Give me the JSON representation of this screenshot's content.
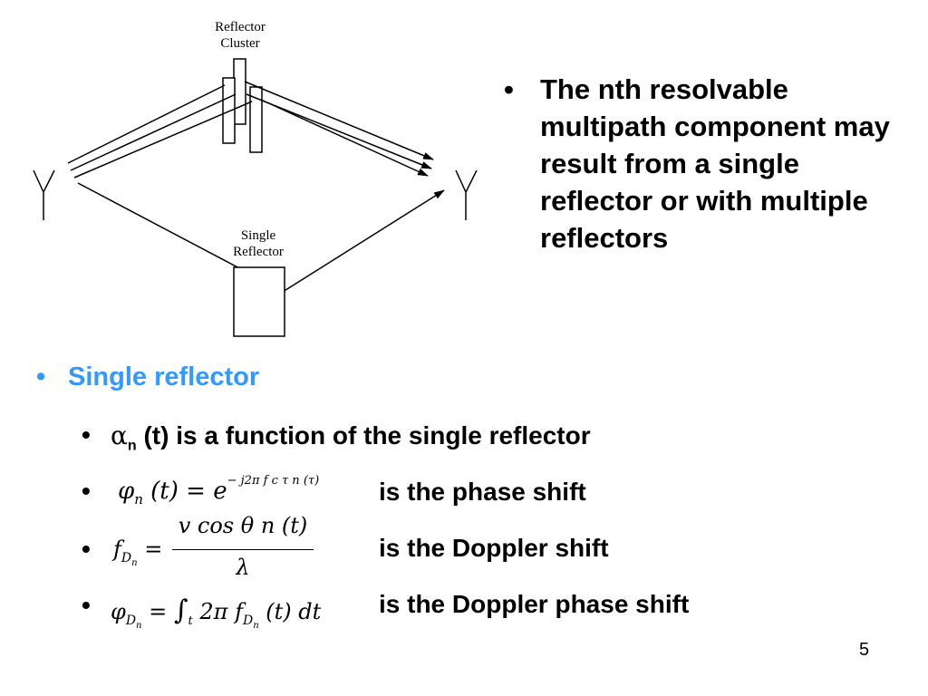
{
  "diagram": {
    "cluster_label_line1": "Reflector",
    "cluster_label_line2": "Cluster",
    "single_label_line1": "Single",
    "single_label_line2": "Reflector"
  },
  "right_bullet": {
    "marker": "•",
    "text": "The nth resolvable multipath component may result from a single reflector or with multiple reflectors"
  },
  "main_bullet": {
    "marker": "•",
    "text": "Single reflector",
    "color": "#3399ff"
  },
  "items": [
    {
      "marker": "•",
      "symbol": "α",
      "subscript": "n",
      "text": "(t) is a function of the single reflector"
    },
    {
      "marker": "•",
      "formula_lhs_symbol": "φ",
      "formula_lhs_sub": "n",
      "formula_lhs_arg": "(t)",
      "formula_eq": "=",
      "formula_base": "e",
      "formula_exponent": "− j2π f c τ n (τ)",
      "description": "is the phase shift"
    },
    {
      "marker": "•",
      "formula_lhs": "f",
      "formula_lhs_sub": "D",
      "formula_lhs_subsub": "n",
      "formula_eq": "=",
      "numerator": "v cos θ n (t)",
      "denominator": "λ",
      "description": "is the Doppler shift"
    },
    {
      "marker": "•",
      "formula_lhs_symbol": "φ",
      "formula_lhs_sub": "D",
      "formula_lhs_subsub": "n",
      "formula_eq": "=",
      "integral": "∫",
      "integral_limit": "t",
      "integrand": "2π f",
      "integrand_sub": "D",
      "integrand_subsub": "n",
      "integrand_arg": "(t) dt",
      "description": "is the Doppler phase shift"
    }
  ],
  "page_number": "5"
}
